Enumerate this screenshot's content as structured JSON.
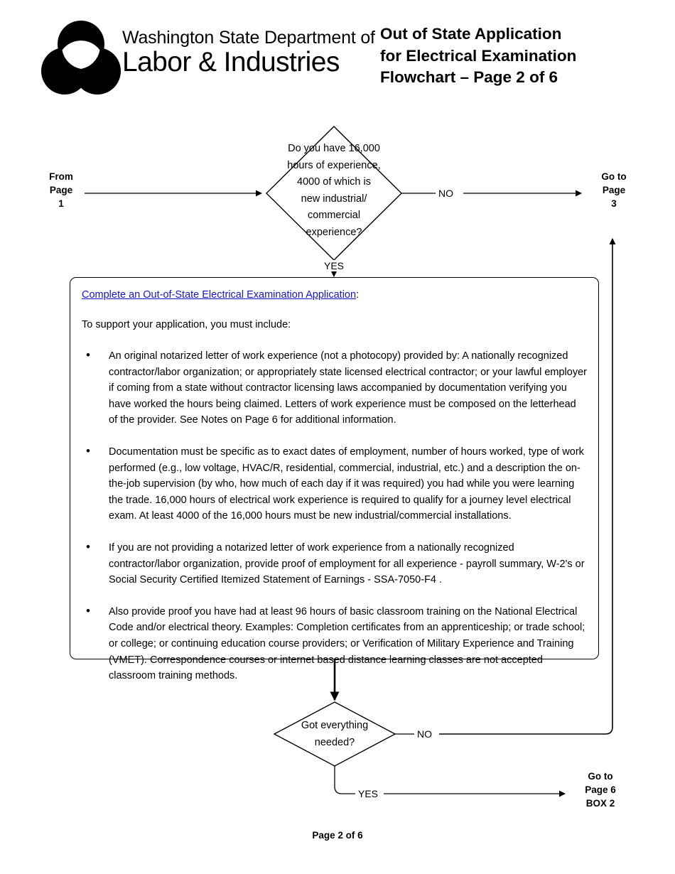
{
  "header": {
    "logo": {
      "icon": "three-circles-venn-logo",
      "line1": "Washington State Department of",
      "line2": "Labor & Industries"
    },
    "title_lines": [
      "Out of State Application",
      "for Electrical Examination",
      "Flowchart – Page 2 of 6"
    ]
  },
  "flow": {
    "from_page": "From\nPage\n1",
    "from_page_lines": [
      "From",
      "Page",
      "1"
    ],
    "decision1": {
      "lines": [
        "Do you have 16,000",
        "hours of experience,",
        "4000 of which is",
        "new industrial/",
        "commercial",
        "experience?"
      ],
      "no_label": "NO",
      "yes_label": "YES"
    },
    "goto_page3_lines": [
      "Go to",
      "Page",
      "3"
    ],
    "decision2": {
      "lines": [
        "Got everything",
        "needed?"
      ],
      "no_label": "NO",
      "yes_label": "YES"
    },
    "goto_page6_lines": [
      "Go to",
      "Page 6",
      "BOX 2"
    ]
  },
  "content_box": {
    "link_text": "Complete an Out-of-State Electrical Examination Application",
    "link_suffix": ":",
    "intro": "To support your application, you must include:",
    "bullet_char": "•",
    "bullets": [
      "An original notarized letter of work experience (not a photocopy) provided by: A nationally recognized contractor/labor organization; or appropriately state licensed electrical contractor; or your lawful employer if coming from a state without contractor licensing laws accompanied by documentation verifying you have worked the hours being claimed. Letters of work experience must be composed on the letterhead of the provider. See Notes on Page 6 for additional information.",
      "Documentation must be specific as to exact dates of employment, number of hours worked, type of work performed (e.g., low voltage, HVAC/R, residential, commercial, industrial, etc.) and a description the on-the-job supervision (by who, how much of each day if it was required) you had while you were learning the trade. 16,000 hours of electrical work experience is required to qualify for a journey level electrical exam. At least 4000 of the 16,000 hours must be new industrial/commercial installations.",
      "If you are not providing a notarized letter of work experience from a nationally recognized contractor/labor organization, provide proof of employment for all experience - payroll summary, W-2's or Social Security Certified Itemized Statement of Earnings - SSA-7050-F4 .",
      "Also provide proof you have had at least 96 hours of basic classroom training on the National Electrical Code and/or electrical theory. Examples: Completion certificates from an apprenticeship; or trade school; or college; or continuing education course providers; or Verification of Military Experience and Training (VMET).  Correspondence courses or internet based distance learning classes are not accepted classroom training methods."
    ]
  },
  "footer": {
    "text": "Page 2 of 6"
  },
  "colors": {
    "link": "#1414d2",
    "line": "#000000",
    "background": "#ffffff"
  }
}
